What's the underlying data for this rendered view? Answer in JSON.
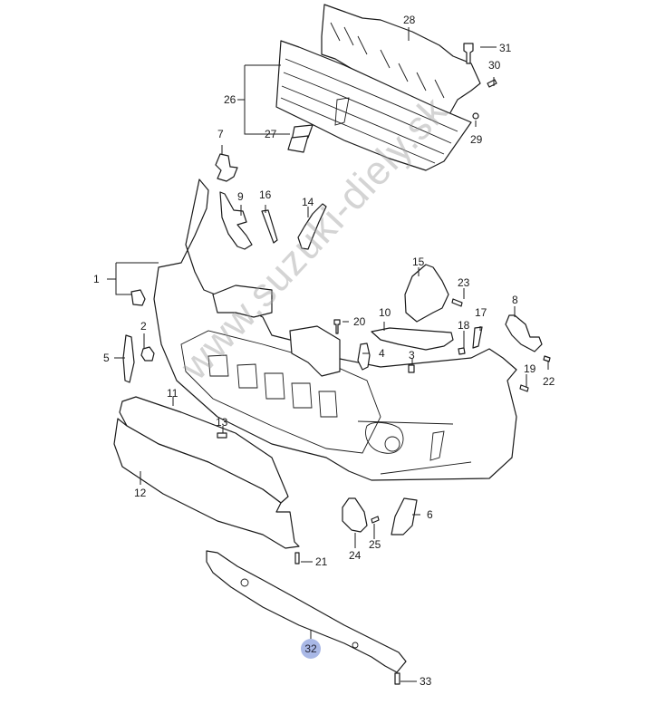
{
  "diagram": {
    "title": "Front bumper parts diagram",
    "watermark": "www.suzuki-diely.sk",
    "highlight_color": "#a9b8e6",
    "line_color": "#1a1a1a",
    "callouts": [
      {
        "id": "1",
        "label": "1"
      },
      {
        "id": "2",
        "label": "2"
      },
      {
        "id": "3",
        "label": "3"
      },
      {
        "id": "4",
        "label": "4"
      },
      {
        "id": "5",
        "label": "5"
      },
      {
        "id": "6",
        "label": "6"
      },
      {
        "id": "7",
        "label": "7"
      },
      {
        "id": "8",
        "label": "8"
      },
      {
        "id": "9",
        "label": "9"
      },
      {
        "id": "10",
        "label": "10"
      },
      {
        "id": "11",
        "label": "11"
      },
      {
        "id": "12",
        "label": "12"
      },
      {
        "id": "13",
        "label": "13"
      },
      {
        "id": "14",
        "label": "14"
      },
      {
        "id": "15",
        "label": "15"
      },
      {
        "id": "16",
        "label": "16"
      },
      {
        "id": "17",
        "label": "17"
      },
      {
        "id": "18",
        "label": "18"
      },
      {
        "id": "19",
        "label": "19"
      },
      {
        "id": "20",
        "label": "20"
      },
      {
        "id": "21",
        "label": "21"
      },
      {
        "id": "22",
        "label": "22"
      },
      {
        "id": "23",
        "label": "23"
      },
      {
        "id": "24",
        "label": "24"
      },
      {
        "id": "25",
        "label": "25"
      },
      {
        "id": "26",
        "label": "26"
      },
      {
        "id": "27",
        "label": "27"
      },
      {
        "id": "28",
        "label": "28"
      },
      {
        "id": "29",
        "label": "29"
      },
      {
        "id": "30",
        "label": "30"
      },
      {
        "id": "31",
        "label": "31"
      },
      {
        "id": "32",
        "label": "32",
        "highlighted": true
      },
      {
        "id": "33",
        "label": "33"
      }
    ]
  }
}
